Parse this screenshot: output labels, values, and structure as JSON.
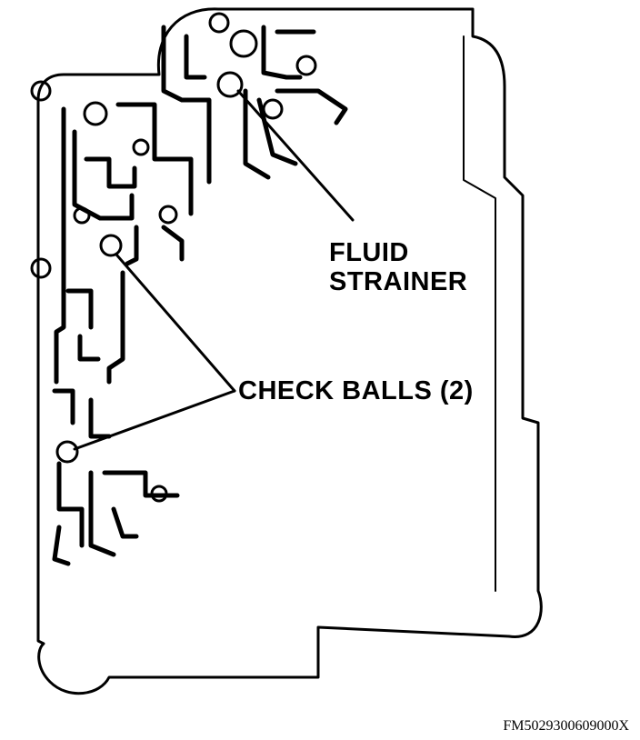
{
  "labels": {
    "fluid": "FLUID",
    "strainer": "STRAINER",
    "check_balls": "CHECK BALLS (2)"
  },
  "figure_id": "FM5029300609000X",
  "colors": {
    "ink": "#000000",
    "paper": "#ffffff"
  }
}
